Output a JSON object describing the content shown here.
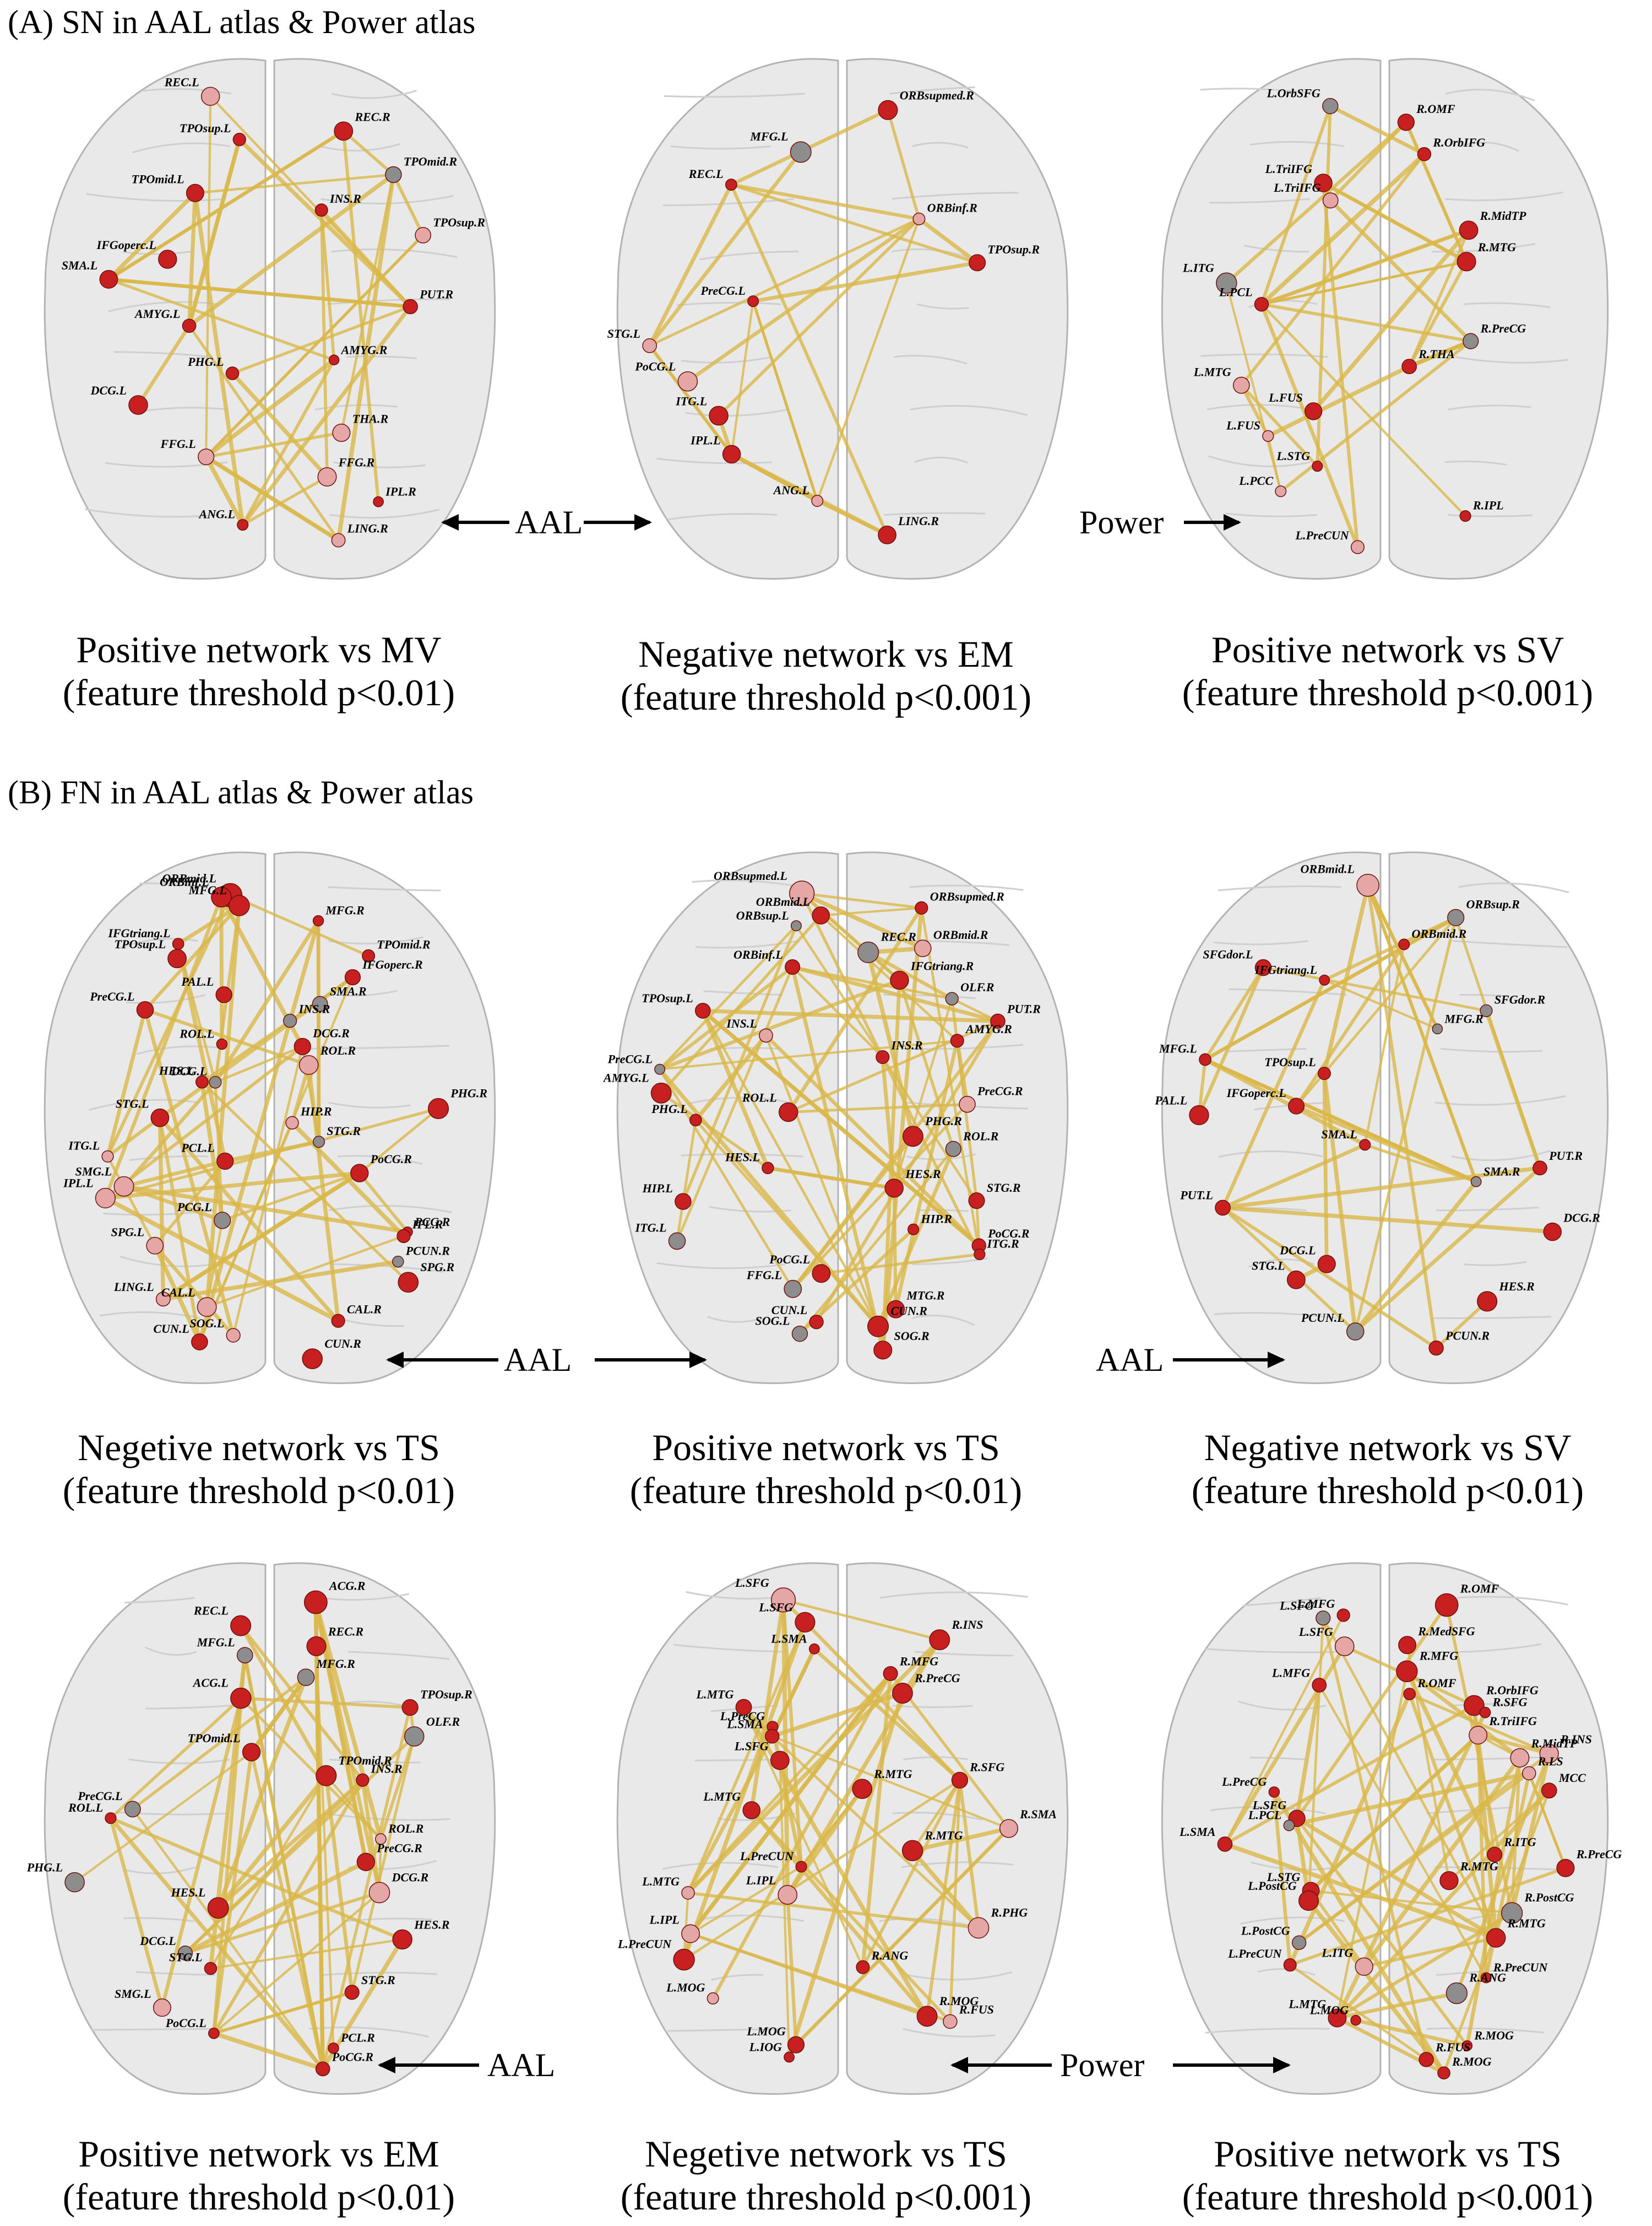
{
  "sections": {
    "a_title": "(A) SN in AAL atlas & Power atlas",
    "b_title": "(B) FN in AAL atlas & Power atlas"
  },
  "atlas_notes": {
    "aal": "AAL",
    "power": "Power"
  },
  "colors": {
    "brain_fill": "#e9e9e9",
    "brain_stroke": "#b3b3b3",
    "edge": "#d9b84a",
    "node_red": "#c82020",
    "node_pink": "#e5a6a6",
    "node_gray": "#8d8d8d"
  },
  "panels": [
    {
      "id": "a1",
      "caption_line1": "Positive network vs MV",
      "caption_line2": "(feature threshold p<0.01)",
      "labels": [
        "REC.L",
        "REC.R",
        "TPOsup.L",
        "TPOmid.R",
        "TPOmid.L",
        "INS.R",
        "TPOsup.R",
        "IFGoperc.L",
        "SMA.L",
        "PUT.R",
        "AMYG.L",
        "AMYG.R",
        "PHG.L",
        "DCG.L",
        "THA.R",
        "FFG.L",
        "FFG.R",
        "IPL.R",
        "ANG.L",
        "LING.R"
      ]
    },
    {
      "id": "a2",
      "caption_line1": "Negative network vs EM",
      "caption_line2": "(feature threshold p<0.001)",
      "labels": [
        "ORBsupmed.R",
        "MFG.L",
        "REC.L",
        "ORBinf.R",
        "TPOsup.R",
        "PreCG.L",
        "STG.L",
        "PoCG.L",
        "ITG.L",
        "IPL.L",
        "ANG.L",
        "LING.R"
      ]
    },
    {
      "id": "a3",
      "caption_line1": "Positive network vs SV",
      "caption_line2": "(feature threshold p<0.001)",
      "labels": [
        "L.OrbSFG",
        "R.OMF",
        "R.OrbIFG",
        "L.TriIFG",
        "L.TriIFG",
        "R.MidTP",
        "R.MTG",
        "L.ITG",
        "L.PCL",
        "R.PreCG",
        "R.THA",
        "L.MTG",
        "L.FUS",
        "L.FUS",
        "L.STG",
        "L.PCC",
        "R.IPL",
        "L.PreCUN"
      ]
    },
    {
      "id": "b1",
      "caption_line1": "Negetive network vs TS",
      "caption_line2": "(feature threshold p<0.01)",
      "labels": [
        "ORBmid.L",
        "ORBinf.L",
        "MFG.L",
        "MFG.R",
        "IFGtriang.L",
        "TPOsup.L",
        "TPOmid.R",
        "IFGoperc.R",
        "PAL.L",
        "SMA.R",
        "PreCG.L",
        "INS.R",
        "ROL.L",
        "DCG.R",
        "ROL.R",
        "HES.L",
        "DCG.L",
        "PHG.R",
        "STG.L",
        "HIP.R",
        "STG.R",
        "ITG.L",
        "PCL.L",
        "PoCG.R",
        "SMG.L",
        "IPL.L",
        "PCG.L",
        "PCG.R",
        "IPL.R",
        "SPG.L",
        "PCUN.R",
        "SPG.R",
        "LING.L",
        "CAL.L",
        "CAL.R",
        "SOG.L",
        "CUN.L",
        "CUN.R"
      ]
    },
    {
      "id": "b2",
      "caption_line1": "Positive network vs TS",
      "caption_line2": "(feature threshold p<0.01)",
      "labels": [
        "ORBsupmed.L",
        "ORBsupmed.R",
        "ORBmid.L",
        "ORBsup.L",
        "ORBmid.R",
        "REC.R",
        "ORBinf.L",
        "IFGtriang.R",
        "OLF.R",
        "TPOsup.L",
        "PUT.R",
        "INS.L",
        "AMYG.R",
        "INS.R",
        "PreCG.L",
        "AMYG.L",
        "PreCG.R",
        "ROL.L",
        "PHG.L",
        "PHG.R",
        "ROL.R",
        "HES.L",
        "HES.R",
        "STG.R",
        "HIP.L",
        "HIP.R",
        "ITG.L",
        "PoCG.R",
        "ITG.R",
        "PoCG.L",
        "FFG.L",
        "MTG.R",
        "CUN.L",
        "CUN.R",
        "SOG.L",
        "SOG.R"
      ]
    },
    {
      "id": "b3",
      "caption_line1": "Negative network vs SV",
      "caption_line2": "(feature threshold p<0.01)",
      "labels": [
        "ORBmid.L",
        "ORBsup.R",
        "ORBmid.R",
        "SFGdor.L",
        "IFGtriang.L",
        "SFGdor.R",
        "MFG.R",
        "MFG.L",
        "TPOsup.L",
        "IFGoperc.L",
        "PAL.L",
        "SMA.L",
        "PUT.R",
        "SMA.R",
        "PUT.L",
        "DCG.R",
        "DCG.L",
        "STG.L",
        "HES.R",
        "PCUN.L",
        "PCUN.R"
      ]
    },
    {
      "id": "b4",
      "caption_line1": "Positive network vs EM",
      "caption_line2": "(feature threshold p<0.01)",
      "labels": [
        "ACG.R",
        "REC.L",
        "REC.R",
        "MFG.L",
        "MFG.R",
        "ACG.L",
        "TPOsup.R",
        "OLF.R",
        "TPOmid.L",
        "TPOmid.R",
        "INS.R",
        "PreCG.L",
        "ROL.L",
        "ROL.R",
        "PreCG.R",
        "PHG.L",
        "DCG.R",
        "HES.L",
        "HES.R",
        "DCG.L",
        "STG.L",
        "STG.R",
        "SMG.L",
        "PoCG.L",
        "PCL.R",
        "PoCG.R"
      ]
    },
    {
      "id": "b5",
      "caption_line1": "Negetive network vs TS",
      "caption_line2": "(feature threshold p<0.001)",
      "labels": [
        "L.SFG",
        "L.SFG",
        "R.INS",
        "L.SMA",
        "R.MFG",
        "R.PreCG",
        "L.MTG",
        "L.PreCG",
        "L.SMA",
        "L.SFG",
        "R.SFG",
        "R.MTG",
        "L.MTG",
        "R.SMA",
        "R.MTG",
        "L.PreCUN",
        "L.MTG",
        "L.IPL",
        "R.PHG",
        "L.IPL",
        "L.PreCUN",
        "R.ANG",
        "L.MOG",
        "R.MOG",
        "R.FUS",
        "L.MOG",
        "L.IOG"
      ]
    },
    {
      "id": "b6",
      "caption_line1": "Positive network vs TS",
      "caption_line2": "(feature threshold p<0.001)",
      "labels": [
        "R.OMF",
        "L.MFG",
        "L.SFG",
        "R.MedSFG",
        "L.SFG",
        "R.MFG",
        "L.MFG",
        "R.OMF",
        "R.OrbIFG",
        "R.SFG",
        "R.TriIFG",
        "R.INS",
        "R.MidTP",
        "R.LS",
        "L.PreCG",
        "MCC",
        "L.SFG",
        "L.PCL",
        "L.SMA",
        "R.ITG",
        "R.PreCG",
        "R.MTG",
        "L.STG",
        "L.PostCG",
        "R.PostCG",
        "R.MTG",
        "L.PostCG",
        "L.ITG",
        "L.PreCUN",
        "R.PreCUN",
        "R.ANG",
        "L.MTG",
        "L.MOG",
        "R.MOG",
        "R.FUS",
        "R.MOG"
      ]
    }
  ]
}
